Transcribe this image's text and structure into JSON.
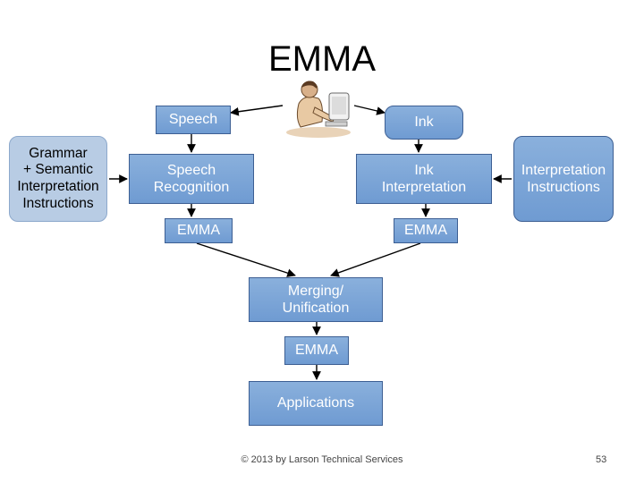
{
  "title": "EMMA",
  "boxes": {
    "speech": "Speech",
    "ink": "Ink",
    "grammar_line1": "Grammar",
    "grammar_line2": "+ Semantic",
    "grammar_line3": "Interpretation",
    "grammar_line4": "Instructions",
    "speech_recognition_line1": "Speech",
    "speech_recognition_line2": "Recognition",
    "ink_interpretation_line1": "Ink",
    "ink_interpretation_line2": "Interpretation",
    "interp_instr_line1": "Interpretation",
    "interp_instr_line2": "Instructions",
    "emma_left": "EMMA",
    "emma_right": "EMMA",
    "merging_line1": "Merging/",
    "merging_line2": "Unification",
    "emma_center": "EMMA",
    "applications": "Applications"
  },
  "footer": "© 2013 by Larson Technical Services",
  "page_number": "53",
  "icons": [
    "person-at-computer-icon"
  ]
}
